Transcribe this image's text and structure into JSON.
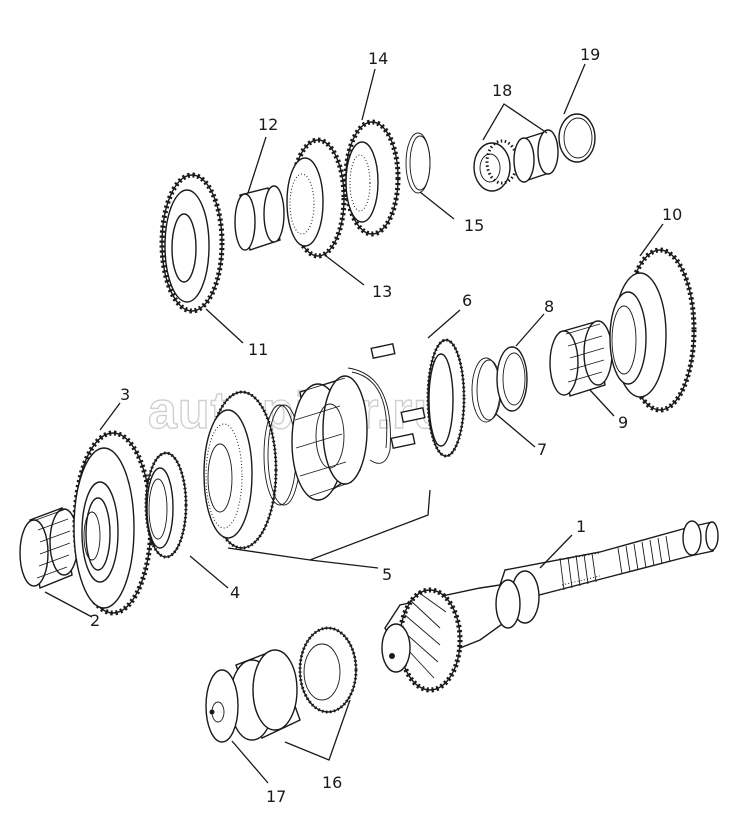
{
  "watermark": {
    "text": "autopitar.ru"
  },
  "callouts": [
    {
      "id": "1",
      "label": "1"
    },
    {
      "id": "2",
      "label": "2"
    },
    {
      "id": "3",
      "label": "3"
    },
    {
      "id": "4",
      "label": "4"
    },
    {
      "id": "5",
      "label": "5"
    },
    {
      "id": "6",
      "label": "6"
    },
    {
      "id": "7",
      "label": "7"
    },
    {
      "id": "8",
      "label": "8"
    },
    {
      "id": "9",
      "label": "9"
    },
    {
      "id": "10",
      "label": "10"
    },
    {
      "id": "11",
      "label": "11"
    },
    {
      "id": "12",
      "label": "12"
    },
    {
      "id": "13",
      "label": "13"
    },
    {
      "id": "14",
      "label": "14"
    },
    {
      "id": "15",
      "label": "15"
    },
    {
      "id": "16",
      "label": "16"
    },
    {
      "id": "17",
      "label": "17"
    },
    {
      "id": "18",
      "label": "18"
    },
    {
      "id": "19",
      "label": "19"
    }
  ]
}
